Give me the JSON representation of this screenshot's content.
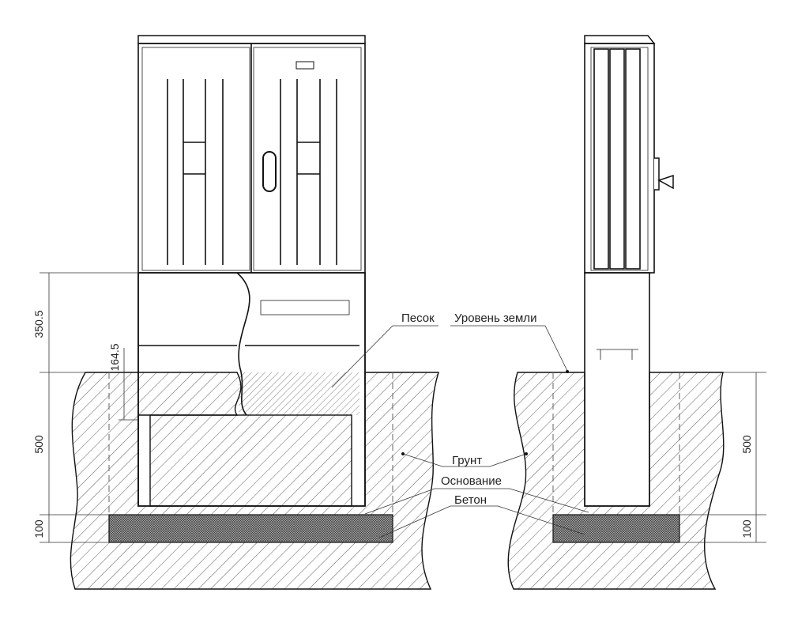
{
  "labels": {
    "sand": "Песок",
    "ground_level": "Уровень земли",
    "soil": "Грунт",
    "base": "Основание",
    "concrete": "Бетон"
  },
  "dimensions": {
    "left_above_ground": "350.5",
    "left_offset": "164.5",
    "left_depth": "500",
    "left_concrete": "100",
    "right_depth": "500",
    "right_concrete": "100"
  }
}
